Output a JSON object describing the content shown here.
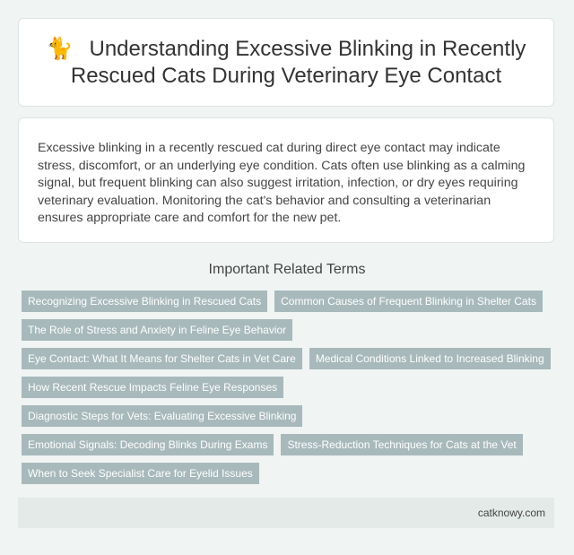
{
  "header": {
    "icon": "🐈",
    "title_line1": "Understanding Excessive Blinking in Recently",
    "title_line2": "Rescued Cats During Veterinary Eye Contact"
  },
  "summary": {
    "text": "Excessive blinking in a recently rescued cat during direct eye contact may indicate stress, discomfort, or an underlying eye condition. Cats often use blinking as a calming signal, but frequent blinking can also suggest irritation, infection, or dry eyes requiring veterinary evaluation. Monitoring the cat's behavior and consulting a veterinarian ensures appropriate care and comfort for the new pet."
  },
  "related": {
    "heading": "Important Related Terms",
    "tags": [
      "Recognizing Excessive Blinking in Rescued Cats",
      "Common Causes of Frequent Blinking in Shelter Cats",
      "The Role of Stress and Anxiety in Feline Eye Behavior",
      "Eye Contact: What It Means for Shelter Cats in Vet Care",
      "Medical Conditions Linked to Increased Blinking",
      "How Recent Rescue Impacts Feline Eye Responses",
      "Diagnostic Steps for Vets: Evaluating Excessive Blinking",
      "Emotional Signals: Decoding Blinks During Exams",
      "Stress-Reduction Techniques for Cats at the Vet",
      "When to Seek Specialist Care for Eyelid Issues"
    ]
  },
  "footer": {
    "site": "catknowy.com"
  },
  "colors": {
    "background": "#f0f4f3",
    "tag_background": "#a8b9bb",
    "footer_background": "#e3eae8"
  }
}
